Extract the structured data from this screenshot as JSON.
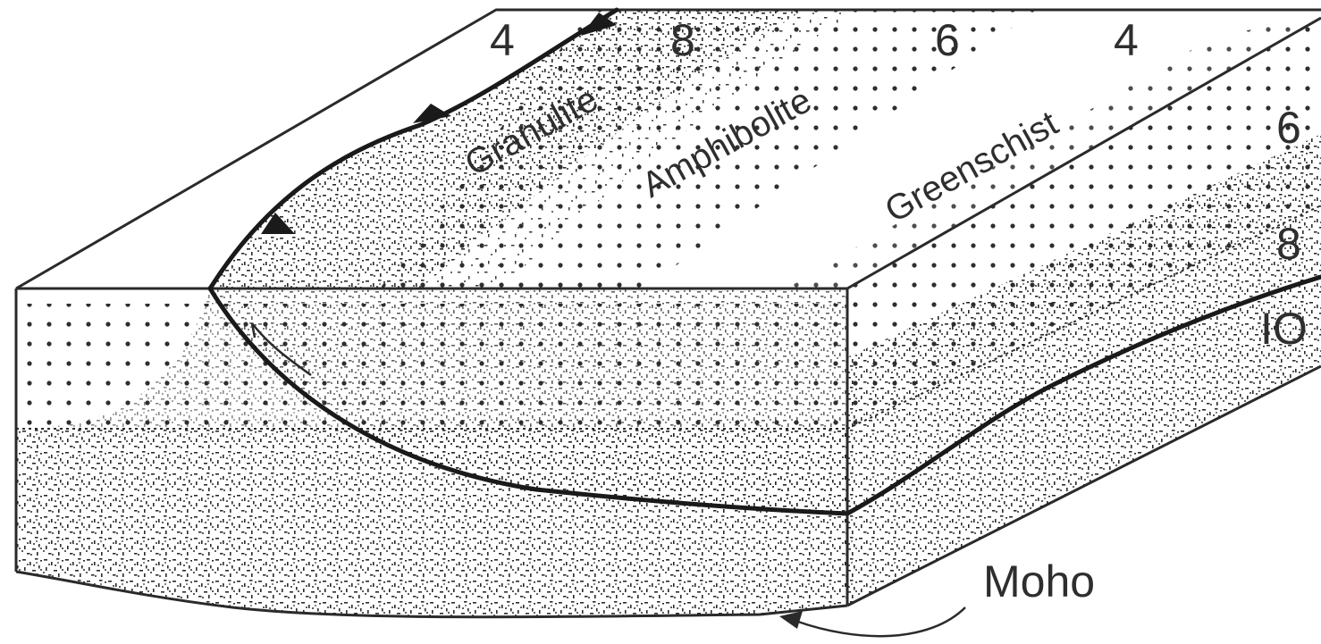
{
  "zones": {
    "granulite": "Granulite",
    "amphibolite": "Amphibolite",
    "greenschist": "Greenschist"
  },
  "isograds": {
    "top_left_4": "4",
    "top_8": "8",
    "top_6": "6",
    "top_right_4": "4",
    "right_6": "6",
    "right_8": "8",
    "right_10": "IO"
  },
  "moho_label": "Moho"
}
